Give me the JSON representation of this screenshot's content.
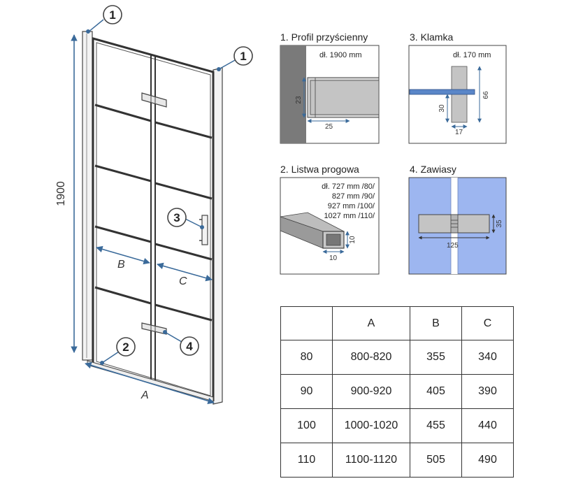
{
  "door": {
    "height_label": "1900",
    "letters": {
      "a": "A",
      "b": "B",
      "c": "C"
    },
    "callouts": [
      "1",
      "1",
      "2",
      "3",
      "4"
    ]
  },
  "panels": {
    "profil": {
      "title": "1. Profil przyścienny",
      "length": "dł. 1900 mm",
      "dim_h": "23",
      "dim_w": "25"
    },
    "klamka": {
      "title": "3. Klamka",
      "length": "dł. 170 mm",
      "dim_a": "66",
      "dim_b": "30",
      "dim_c": "17"
    },
    "listwa": {
      "title": "2. Listwa progowa",
      "lengths": [
        "dł. 727 mm /80/",
        "827 mm /90/",
        "927 mm /100/",
        "1027 mm /110/"
      ],
      "dim_h": "10",
      "dim_w": "10"
    },
    "zawiasy": {
      "title": "4. Zawiasy",
      "dim_h": "35",
      "dim_w": "125"
    }
  },
  "table": {
    "header": [
      "",
      "A",
      "B",
      "C"
    ],
    "rows": [
      [
        "80",
        "800-820",
        "355",
        "340"
      ],
      [
        "90",
        "900-920",
        "405",
        "390"
      ],
      [
        "100",
        "1000-1020",
        "455",
        "440"
      ],
      [
        "110",
        "1100-1120",
        "505",
        "490"
      ]
    ]
  },
  "colors": {
    "dimension_line": "#3a6a9a",
    "hinge_bg": "#9db6f0",
    "profile_dark": "#7a7a7a",
    "glass_line": "#333333"
  }
}
